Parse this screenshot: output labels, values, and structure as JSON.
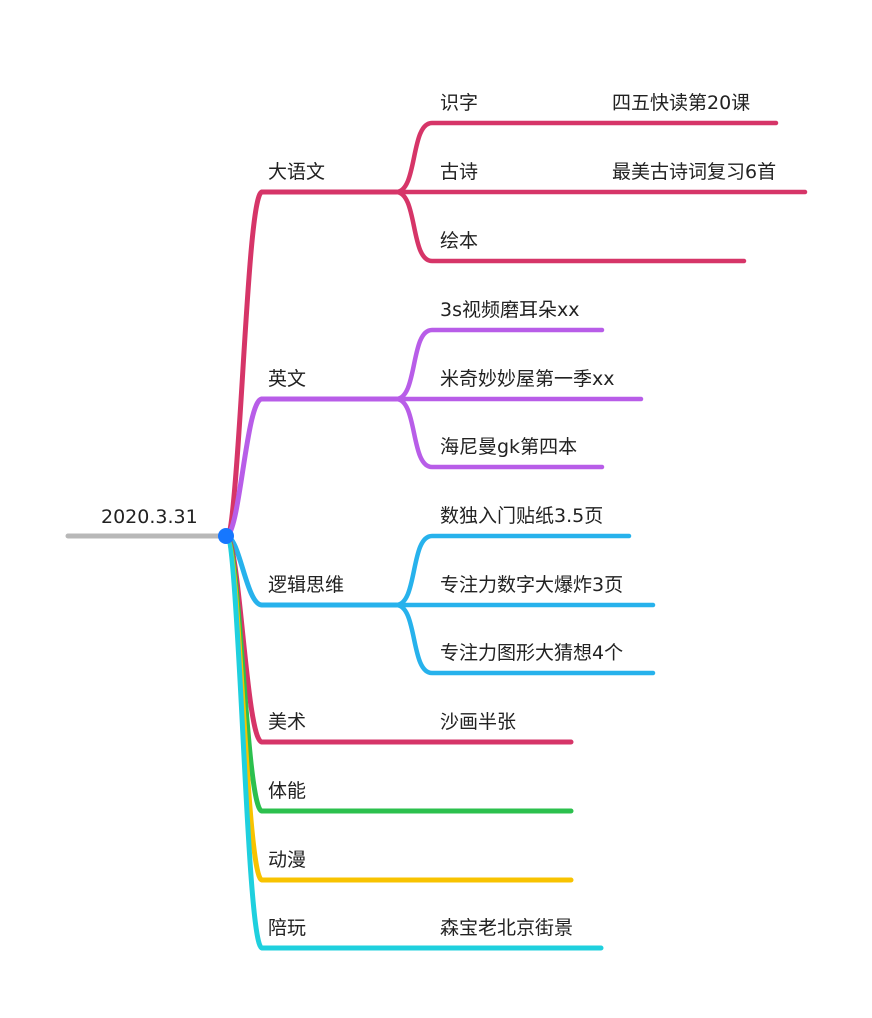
{
  "root": {
    "label": "2020.3.31",
    "color": "#b8b8b8",
    "node_color": "#1677ff"
  },
  "branches": [
    {
      "label": "大语文",
      "color": "#d63568",
      "children": [
        {
          "label": "识字",
          "detail": "四五快读第20课"
        },
        {
          "label": "古诗",
          "detail": "最美古诗词复习6首"
        },
        {
          "label": "绘本",
          "detail": ""
        }
      ]
    },
    {
      "label": "英文",
      "color": "#b85de8",
      "children": [
        {
          "label": "3s视频磨耳朵xx",
          "detail": ""
        },
        {
          "label": "米奇妙妙屋第一季xx",
          "detail": ""
        },
        {
          "label": "海尼曼gk第四本",
          "detail": ""
        }
      ]
    },
    {
      "label": "逻辑思维",
      "color": "#27b2ec",
      "children": [
        {
          "label": "数独入门贴纸3.5页",
          "detail": ""
        },
        {
          "label": "专注力数字大爆炸3页",
          "detail": ""
        },
        {
          "label": "专注力图形大猜想4个",
          "detail": ""
        }
      ]
    },
    {
      "label": "美术",
      "color": "#d63568",
      "children": [
        {
          "label": "沙画半张",
          "detail": ""
        }
      ]
    },
    {
      "label": "体能",
      "color": "#2cc04e",
      "children": []
    },
    {
      "label": "动漫",
      "color": "#f8c300",
      "children": []
    },
    {
      "label": "陪玩",
      "color": "#1fd0de",
      "children": [
        {
          "label": "森宝老北京街景",
          "detail": ""
        }
      ]
    }
  ]
}
